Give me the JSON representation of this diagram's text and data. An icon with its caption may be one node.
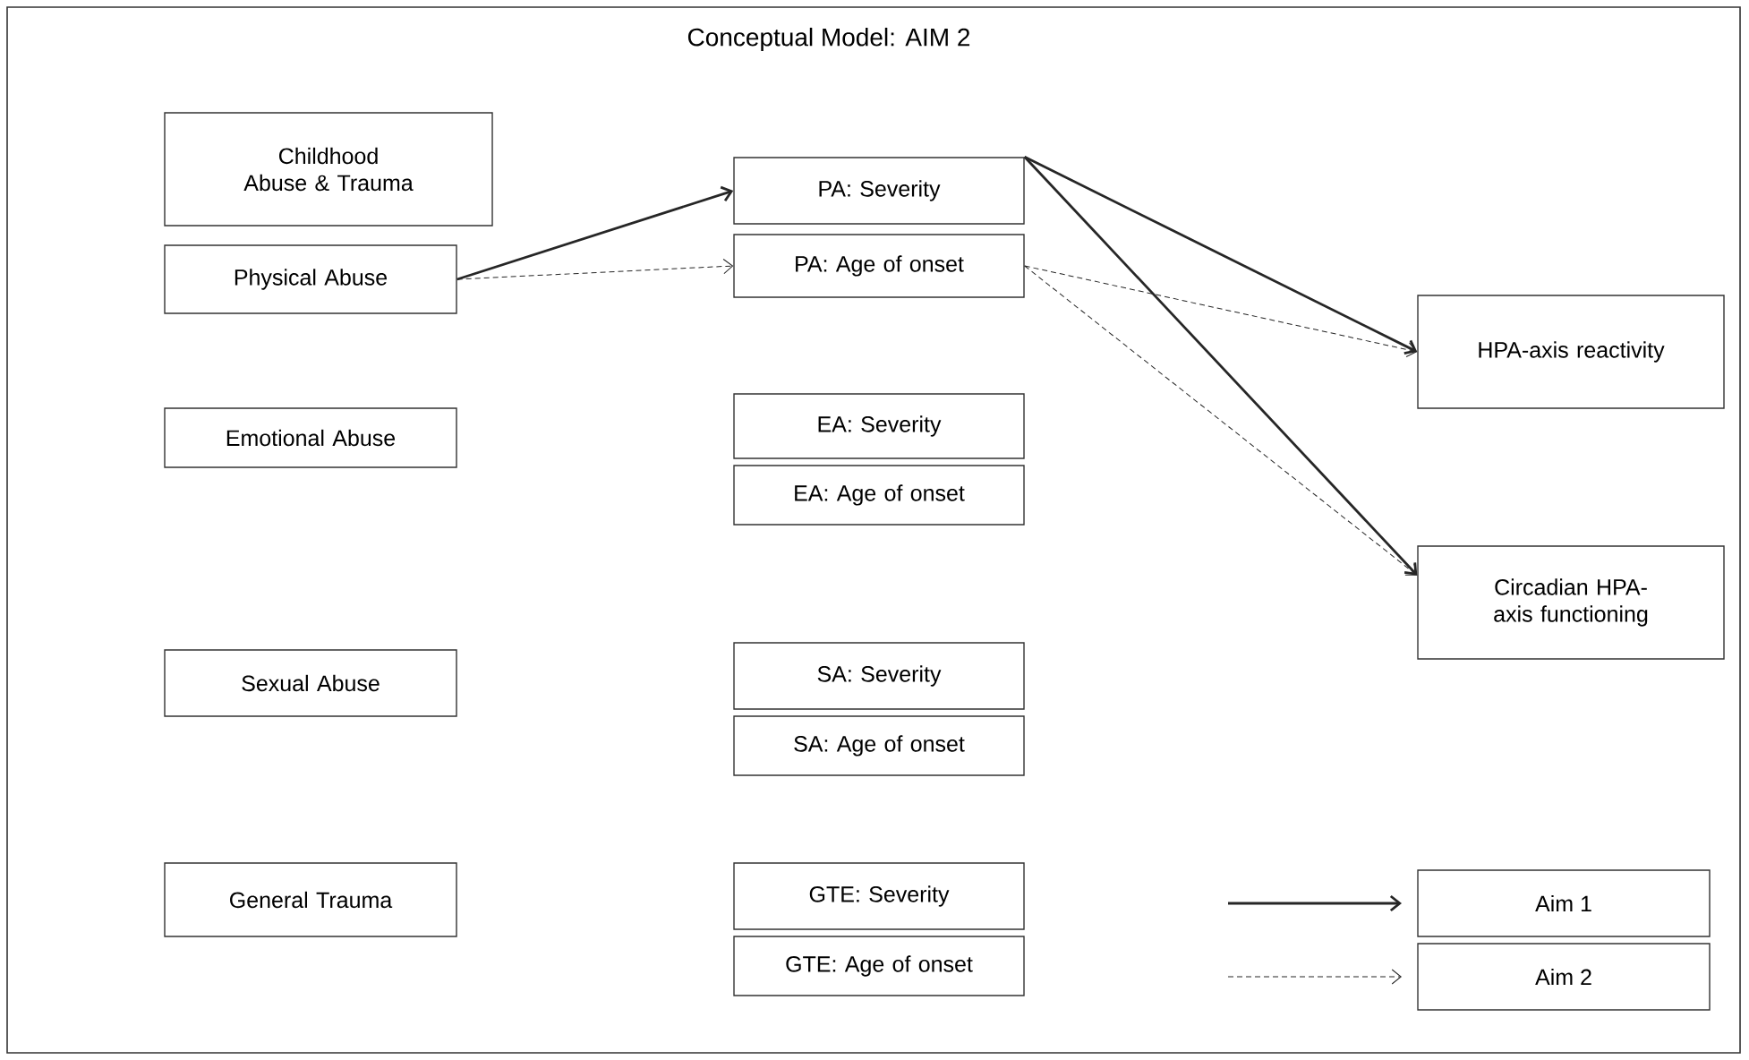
{
  "diagram": {
    "title": "Conceptual Model: AIM 2",
    "nodes": [
      {
        "text": [
          "Childhood Abuse & Trauma"
        ]
      },
      {
        "text": [
          "Physical Abuse"
        ]
      },
      {
        "text": [
          "PA: Severity"
        ]
      },
      {
        "text": [
          "PA: Age of onset"
        ]
      },
      {
        "text": [
          "Emotional Abuse"
        ]
      },
      {
        "text": [
          "EA: Severity"
        ]
      },
      {
        "text": [
          "EA: Age of onset"
        ]
      },
      {
        "text": [
          "HPA-axis reactivity"
        ]
      },
      {
        "text": [
          "Circadian HPA-axis functioning"
        ]
      },
      {
        "text": [
          "Sexual Abuse"
        ]
      },
      {
        "text": [
          "SA: Severity"
        ]
      },
      {
        "text": [
          "SA: Age of onset"
        ]
      },
      {
        "text": [
          "General Trauma"
        ]
      },
      {
        "text": [
          "GTE: Severity"
        ]
      },
      {
        "text": [
          "GTE: Age of onset"
        ]
      }
    ],
    "edges": [
      {
        "from": 1,
        "to": 2,
        "arrow": "to"
      },
      {
        "from": 1,
        "to": 3,
        "arrow": "to",
        "style": "dashed"
      },
      {
        "from": 2,
        "to": 7,
        "arrow": "to"
      },
      {
        "from": 2,
        "to": 8,
        "arrow": "to"
      },
      {
        "from": 3,
        "to": 7,
        "arrow": "to",
        "style": "dashed"
      },
      {
        "from": 3,
        "to": 8,
        "arrow": "to",
        "style": "dashed"
      }
    ],
    "legend": [
      {
        "text": "Aim 1"
      },
      {
        "text": "Aim 2"
      }
    ]
  }
}
